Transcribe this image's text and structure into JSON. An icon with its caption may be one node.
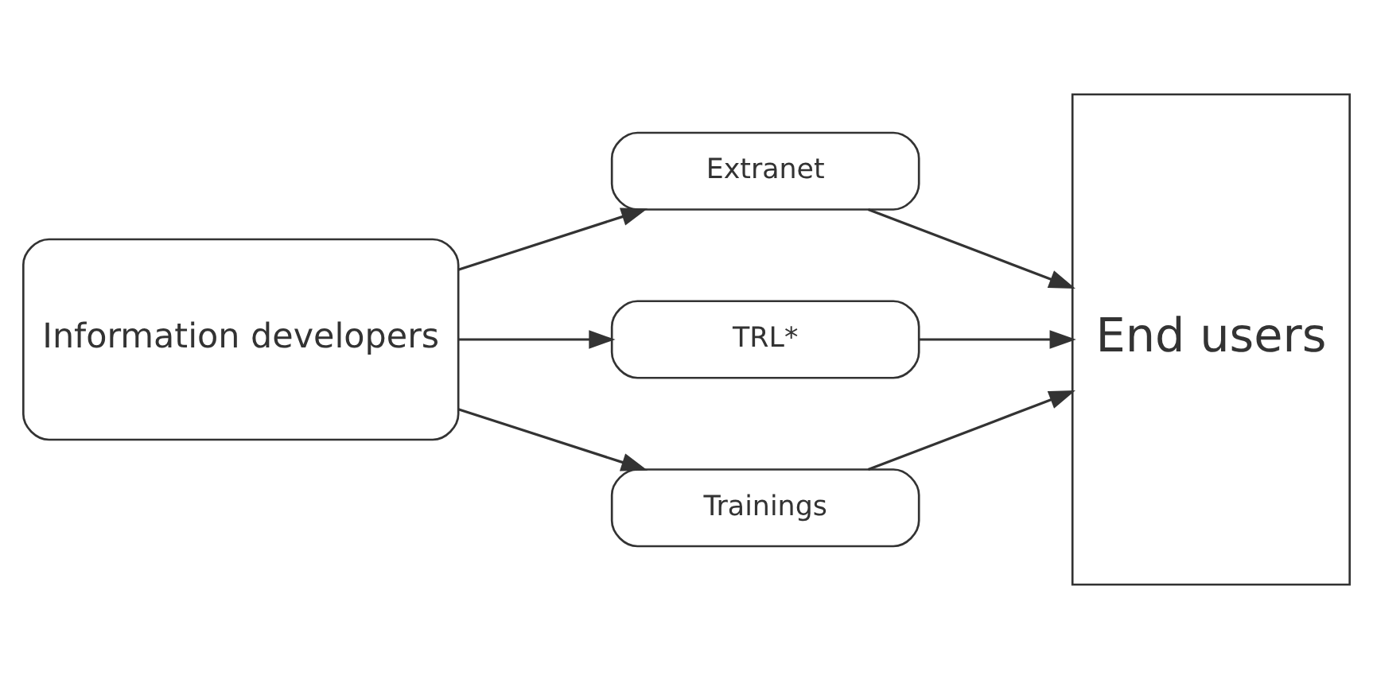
{
  "diagram": {
    "nodes": [
      {
        "text": [
          "Information developers"
        ]
      },
      {
        "text": [
          "Extranet"
        ]
      },
      {
        "text": [
          "TRL*"
        ]
      },
      {
        "text": [
          "Trainings"
        ]
      },
      {
        "text": [
          "End users"
        ]
      }
    ],
    "edges": [
      {
        "from": 0,
        "to": 1,
        "arrow": "to"
      },
      {
        "from": 0,
        "to": 2,
        "arrow": "to"
      },
      {
        "from": 0,
        "to": 3,
        "arrow": "to"
      },
      {
        "from": 1,
        "to": 4,
        "arrow": "to"
      },
      {
        "from": 2,
        "to": 4,
        "arrow": "to"
      },
      {
        "from": 3,
        "to": 4,
        "arrow": "to"
      }
    ]
  }
}
